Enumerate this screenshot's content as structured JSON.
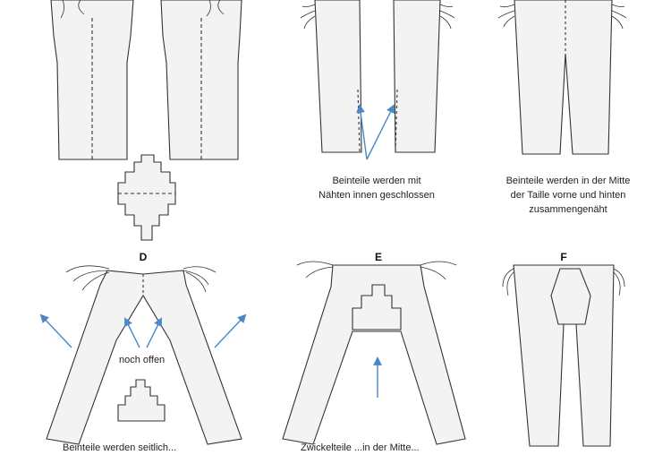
{
  "panels": {
    "b": {
      "caption_lines": [
        "Beinteile werden mit",
        "Nähten innen geschlossen"
      ]
    },
    "c": {
      "caption_lines": [
        "Beinteile werden in der Mitte",
        "der Taille vorne und hinten",
        "zusammengenäht"
      ]
    },
    "d": {
      "letter": "D",
      "opening_label": "noch offen",
      "caption_partial": "Beinteile werden seitlich..."
    },
    "e": {
      "letter": "E",
      "caption_partial": "Zwickelteile ...in der Mitte..."
    },
    "f": {
      "letter": "F"
    }
  },
  "colors": {
    "line": "#333333",
    "fill": "#f2f2f2",
    "arrow": "#4a86c8",
    "text": "#222222"
  }
}
